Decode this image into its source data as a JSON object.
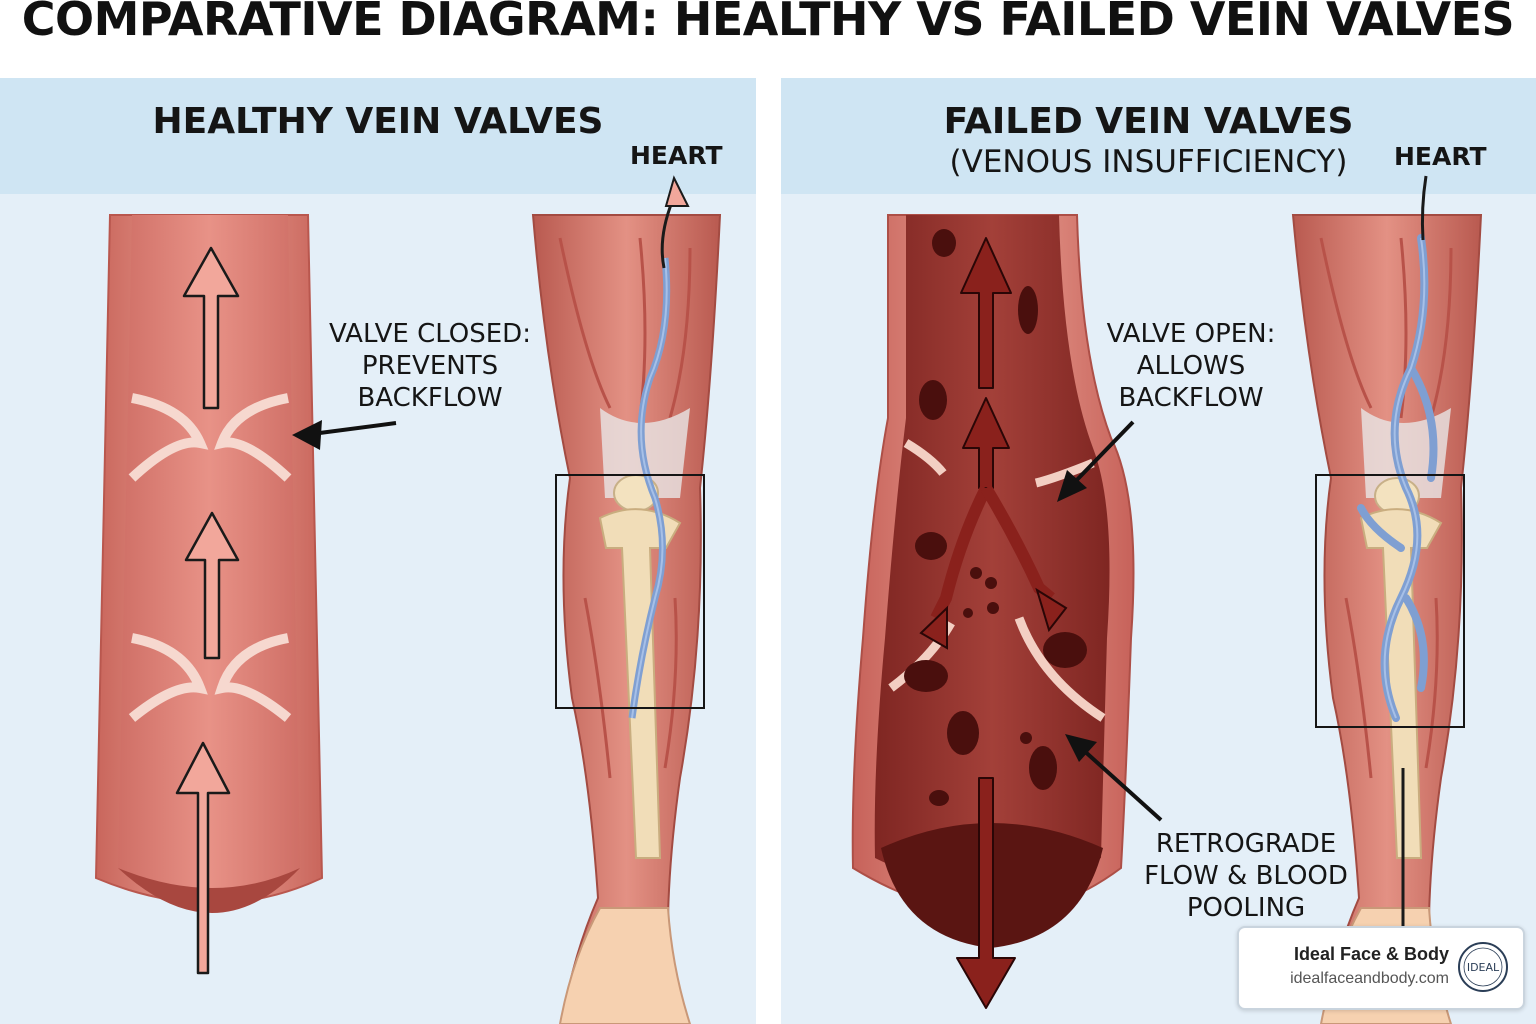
{
  "title": "COMPARATIVE DIAGRAM: HEALTHY VS FAILED VEIN VALVES",
  "left_panel": {
    "title": "HEALTHY VEIN VALVES",
    "heart_label": "HEART",
    "callout": [
      "VALVE CLOSED:",
      "PREVENTS",
      "BACKFLOW"
    ]
  },
  "right_panel": {
    "title": "FAILED VEIN VALVES",
    "subtitle": "(VENOUS INSUFFICIENCY)",
    "heart_label": "HEART",
    "callout_valve": [
      "VALVE OPEN:",
      "ALLOWS",
      "BACKFLOW"
    ],
    "callout_pooling": [
      "RETROGRADE",
      "FLOW & BLOOD",
      "POOLING"
    ]
  },
  "brand": {
    "name": "Ideal Face & Body",
    "url": "idealfaceandbody.com",
    "logo_text": "IDEAL"
  },
  "colors": {
    "panel_bg": "#e4eff8",
    "header_bg": "#cfe5f3",
    "vein_wall": "#e0857a",
    "vein_lumen": "#d9776d",
    "failed_lumen": "#8e2f2a",
    "blood_pool": "#5a1512",
    "muscle": "#d67668",
    "bone": "#f1ddb8",
    "vein_blue": "#7f9fd2"
  }
}
